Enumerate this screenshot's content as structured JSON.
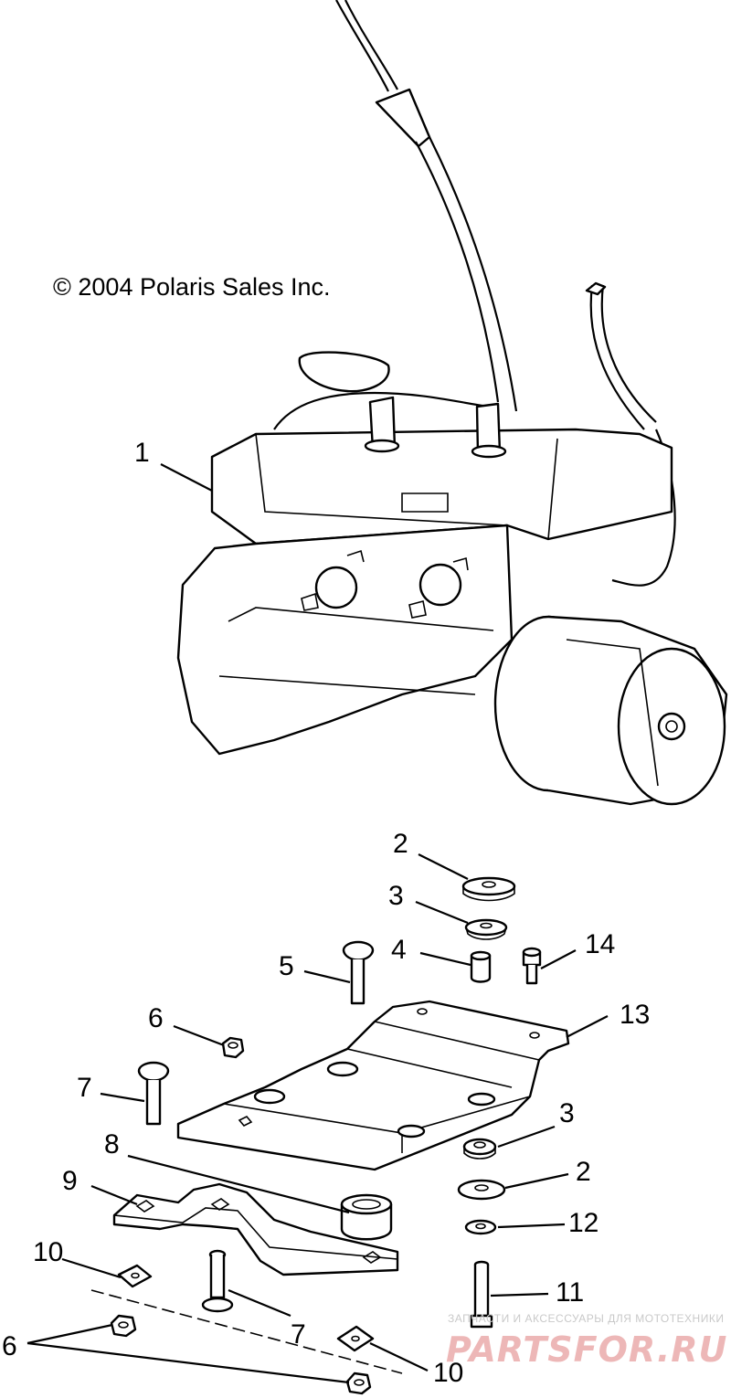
{
  "copyright": "© 2004 Polaris Sales Inc.",
  "callouts": [
    {
      "id": "c1",
      "text": "1"
    },
    {
      "id": "c2a",
      "text": "2"
    },
    {
      "id": "c3a",
      "text": "3"
    },
    {
      "id": "c4",
      "text": "4"
    },
    {
      "id": "c5",
      "text": "5"
    },
    {
      "id": "c14",
      "text": "14"
    },
    {
      "id": "c6a",
      "text": "6"
    },
    {
      "id": "c13",
      "text": "13"
    },
    {
      "id": "c7a",
      "text": "7"
    },
    {
      "id": "c3b",
      "text": "3"
    },
    {
      "id": "c8",
      "text": "8"
    },
    {
      "id": "c2b",
      "text": "2"
    },
    {
      "id": "c9",
      "text": "9"
    },
    {
      "id": "c12",
      "text": "12"
    },
    {
      "id": "c10a",
      "text": "10"
    },
    {
      "id": "c11",
      "text": "11"
    },
    {
      "id": "c7b",
      "text": "7"
    },
    {
      "id": "c6b",
      "text": "6"
    },
    {
      "id": "c10b",
      "text": "10"
    }
  ],
  "watermark": {
    "tagline": "ЗАПЧАСТИ И АКСЕССУАРЫ ДЛЯ МОТОТЕХНИКИ",
    "brand": "PARTSFOR.RU",
    "color": "#e8a0a0"
  }
}
